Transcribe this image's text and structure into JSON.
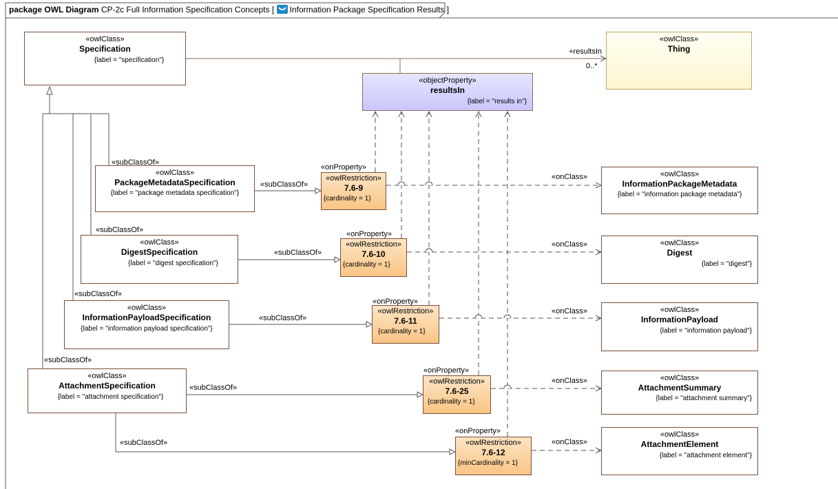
{
  "frame": {
    "keyword": "package",
    "diagram_type": "OWL Diagram",
    "title": "CP-2c Full Information Specification Concepts [",
    "context": "Information Package Specification Results",
    "close": "]"
  },
  "nodes": {
    "specification": {
      "stereotype": "«owlClass»",
      "name": "Specification",
      "tag": "{label = \"specification\"}"
    },
    "thing": {
      "stereotype": "«owlClass»",
      "name": "Thing"
    },
    "resultsIn": {
      "stereotype": "«objectProperty»",
      "name": "resultsIn",
      "tag": "{label = \"results in\"}"
    },
    "packageMetadataSpecification": {
      "stereotype": "«owlClass»",
      "name": "PackageMetadataSpecification",
      "tag": "{label = \"package metadata specification\"}"
    },
    "digestSpecification": {
      "stereotype": "«owlClass»",
      "name": "DigestSpecification",
      "tag": "{label = \"digest specification\"}"
    },
    "informationPayloadSpecification": {
      "stereotype": "«owlClass»",
      "name": "InformationPayloadSpecification",
      "tag": "{label = \"information payload specification\"}"
    },
    "attachmentSpecification": {
      "stereotype": "«owlClass»",
      "name": "AttachmentSpecification",
      "tag": "{label = \"attachment specification\"}"
    },
    "r769": {
      "stereotype": "«owlRestriction»",
      "name": "7.6-9",
      "tag": "{cardinality = 1}"
    },
    "r7610": {
      "stereotype": "«owlRestriction»",
      "name": "7.6-10",
      "tag": "{cardinality = 1}"
    },
    "r7611": {
      "stereotype": "«owlRestriction»",
      "name": "7.6-11",
      "tag": "{cardinality = 1}"
    },
    "r7625": {
      "stereotype": "«owlRestriction»",
      "name": "7.6-25",
      "tag": "{cardinality = 1}"
    },
    "r7612": {
      "stereotype": "«owlRestriction»",
      "name": "7.6-12",
      "tag": "{minCardinality = 1}"
    },
    "informationPackageMetadata": {
      "stereotype": "«owlClass»",
      "name": "InformationPackageMetadata",
      "tag": "{label = \"information package metadata\"}"
    },
    "digest": {
      "stereotype": "«owlClass»",
      "name": "Digest",
      "tag": "{label = \"digest\"}"
    },
    "informationPayload": {
      "stereotype": "«owlClass»",
      "name": "InformationPayload",
      "tag": "{label = \"information payload\"}"
    },
    "attachmentSummary": {
      "stereotype": "«owlClass»",
      "name": "AttachmentSummary",
      "tag": "{label = \"attachment summary\"}"
    },
    "attachmentElement": {
      "stereotype": "«owlClass»",
      "name": "AttachmentElement",
      "tag": "{label = \"attachment element\"}"
    }
  },
  "labels": {
    "subClassOf": "«subClassOf»",
    "onProperty": "«onProperty»",
    "onClass": "«onClass»",
    "resultsInRole": "+resultsIn",
    "multiplicity": "0..*"
  },
  "colors": {
    "border": "#7a4e3a",
    "thing_fill": "#fefbe0",
    "property_fill": "#d4d2fc",
    "restriction_fill": "#f9c585",
    "line": "#555555"
  }
}
